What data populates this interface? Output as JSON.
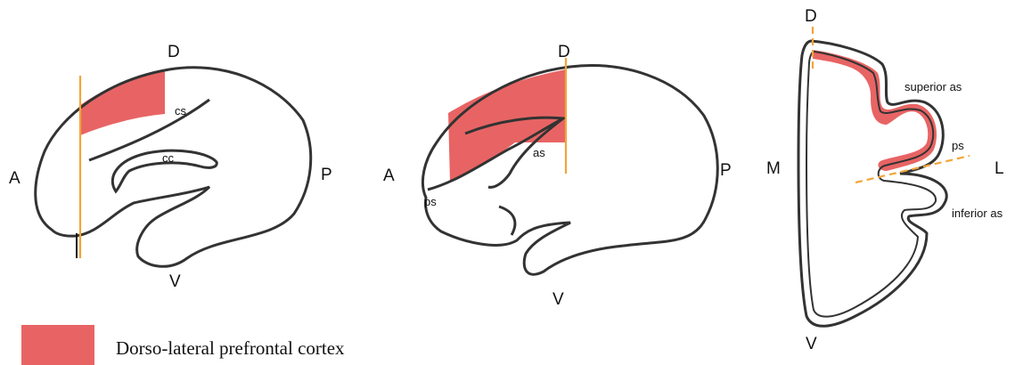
{
  "colors": {
    "dlpfc": "#e86464",
    "outline": "#333333",
    "section_line": "#f3a43a"
  },
  "panel_medial": {
    "labels": {
      "dorsal": "D",
      "ventral": "V",
      "anterior": "A",
      "posterior": "P"
    },
    "sulci": {
      "cingulate": "cs",
      "corpus_callosum": "cc"
    }
  },
  "panel_lateral": {
    "labels": {
      "dorsal": "D",
      "ventral": "V",
      "anterior": "A",
      "posterior": "P"
    },
    "sulci": {
      "principal": "ps",
      "arcuate": "as"
    }
  },
  "panel_coronal": {
    "labels": {
      "dorsal": "D",
      "ventral": "V",
      "medial": "M",
      "lateral": "L"
    },
    "sulci": {
      "superior_arcuate": "superior as",
      "principal": "ps",
      "inferior_arcuate": "inferior as"
    }
  },
  "legend": {
    "label": "Dorso-lateral prefrontal cortex"
  }
}
